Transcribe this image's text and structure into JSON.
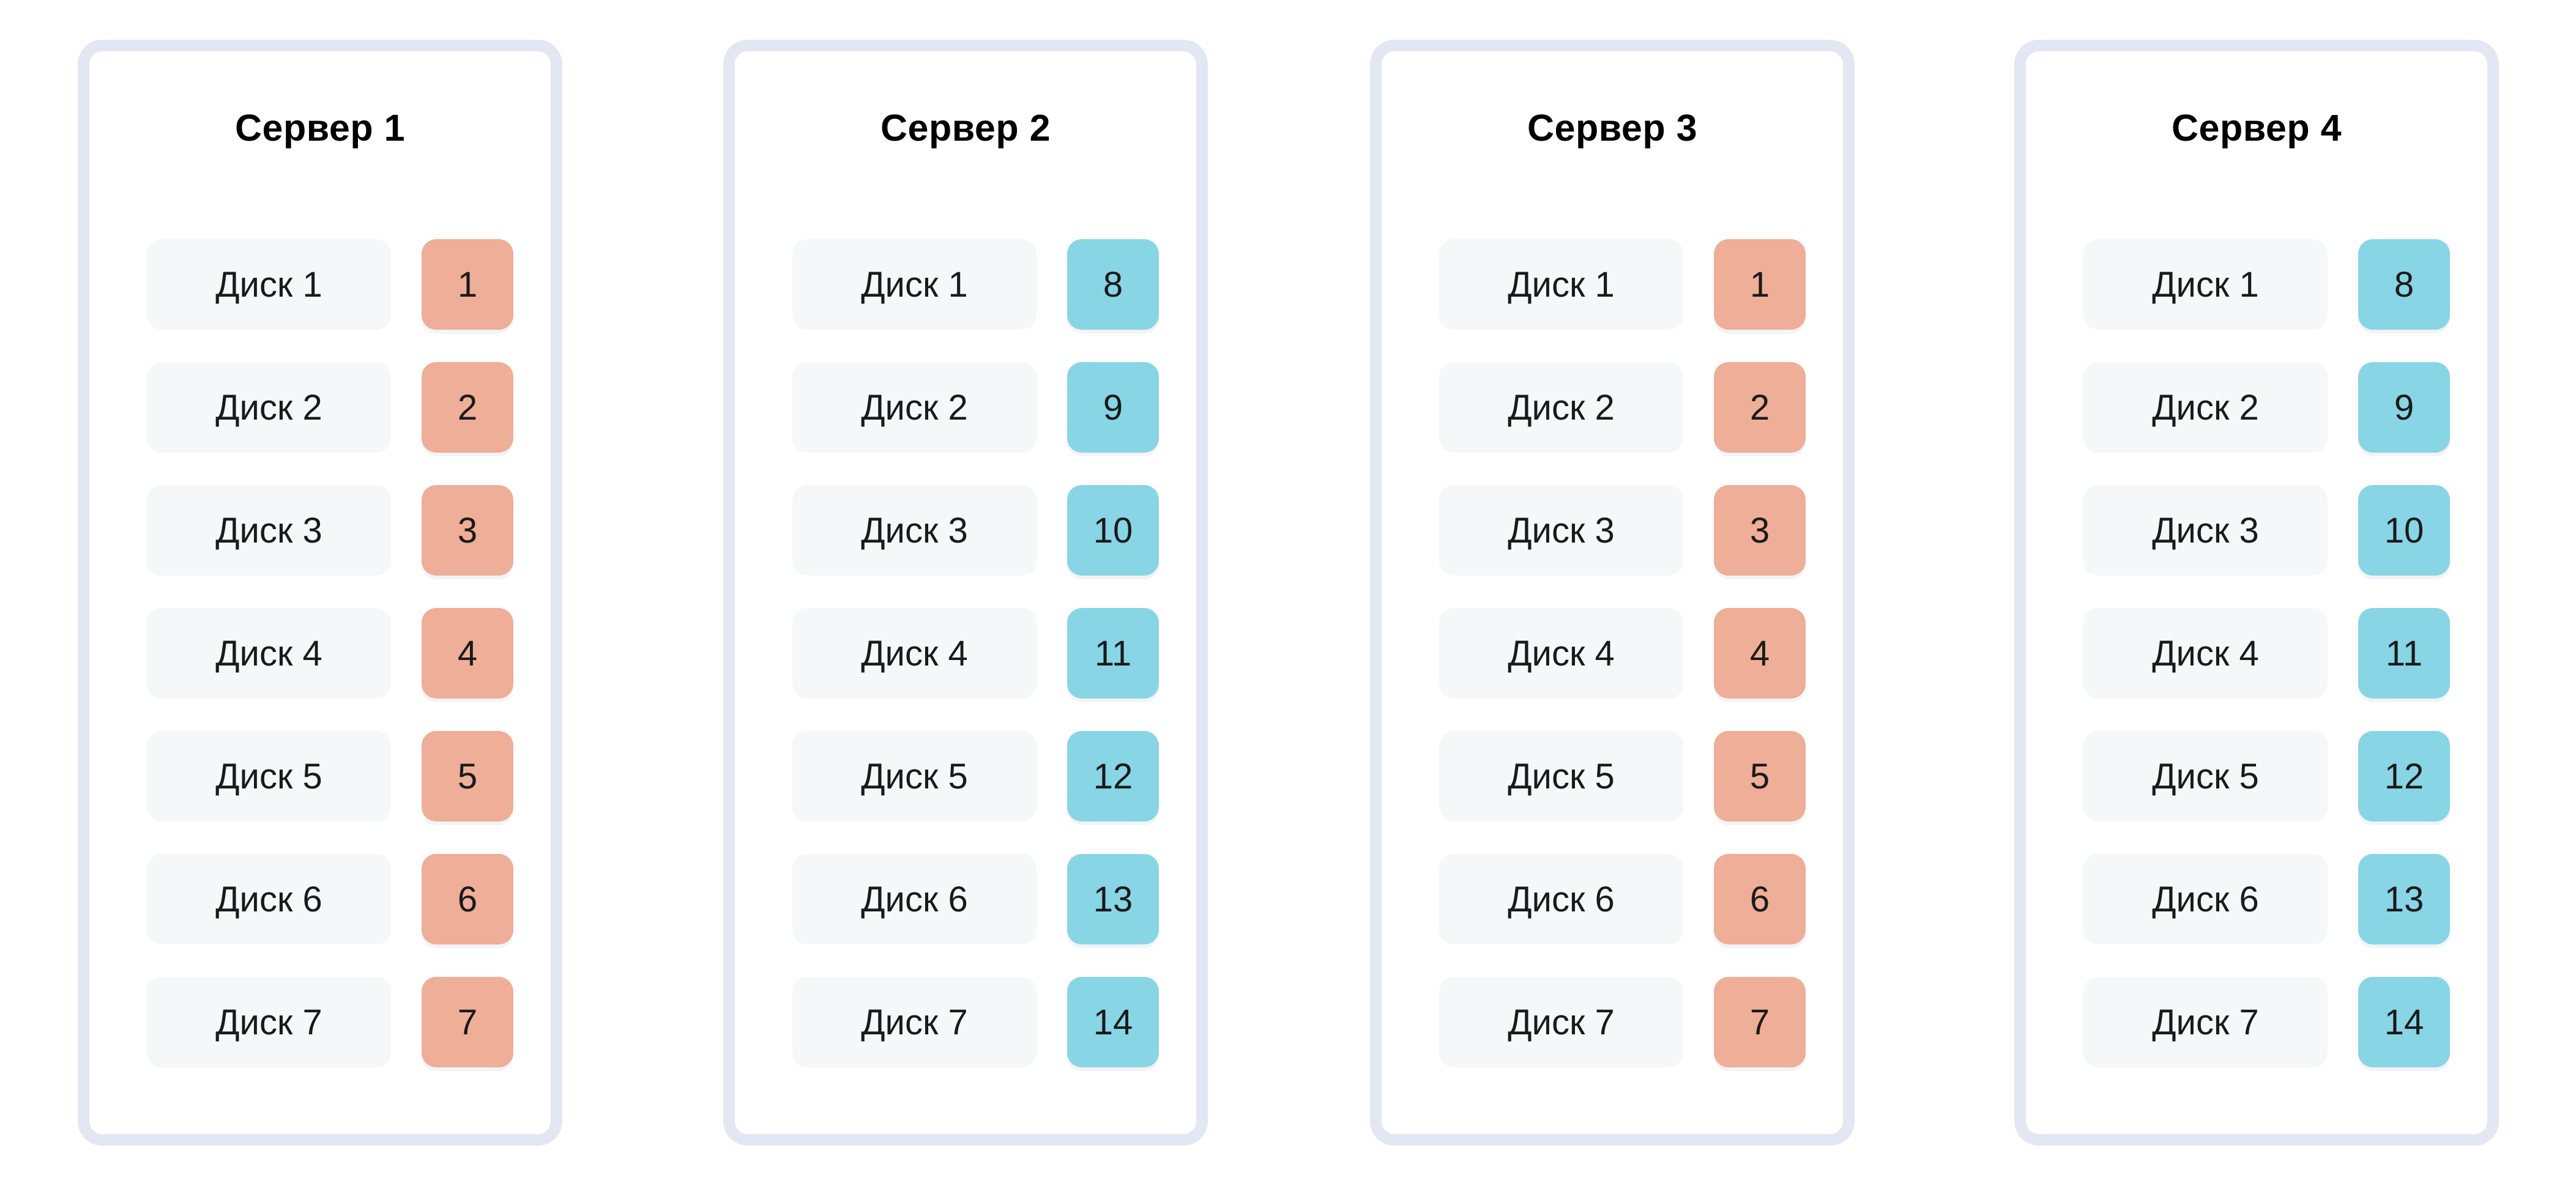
{
  "colors": {
    "border": "#e3e7f3",
    "disk_bg": "#f6f7f9",
    "block_coral": "#eeae97",
    "block_cyan": "#88d5e6"
  },
  "servers": [
    {
      "title": "Сервер 1",
      "block_color": "coral",
      "disks": [
        {
          "label": "Диск 1",
          "block": "1"
        },
        {
          "label": "Диск 2",
          "block": "2"
        },
        {
          "label": "Диск 3",
          "block": "3"
        },
        {
          "label": "Диск 4",
          "block": "4"
        },
        {
          "label": "Диск 5",
          "block": "5"
        },
        {
          "label": "Диск 6",
          "block": "6"
        },
        {
          "label": "Диск 7",
          "block": "7"
        }
      ]
    },
    {
      "title": "Сервер 2",
      "block_color": "cyan",
      "disks": [
        {
          "label": "Диск 1",
          "block": "8"
        },
        {
          "label": "Диск 2",
          "block": "9"
        },
        {
          "label": "Диск 3",
          "block": "10"
        },
        {
          "label": "Диск 4",
          "block": "11"
        },
        {
          "label": "Диск 5",
          "block": "12"
        },
        {
          "label": "Диск 6",
          "block": "13"
        },
        {
          "label": "Диск 7",
          "block": "14"
        }
      ]
    },
    {
      "title": "Сервер 3",
      "block_color": "coral",
      "disks": [
        {
          "label": "Диск 1",
          "block": "1"
        },
        {
          "label": "Диск 2",
          "block": "2"
        },
        {
          "label": "Диск 3",
          "block": "3"
        },
        {
          "label": "Диск 4",
          "block": "4"
        },
        {
          "label": "Диск 5",
          "block": "5"
        },
        {
          "label": "Диск 6",
          "block": "6"
        },
        {
          "label": "Диск 7",
          "block": "7"
        }
      ]
    },
    {
      "title": "Сервер 4",
      "block_color": "cyan",
      "disks": [
        {
          "label": "Диск 1",
          "block": "8"
        },
        {
          "label": "Диск 2",
          "block": "9"
        },
        {
          "label": "Диск 3",
          "block": "10"
        },
        {
          "label": "Диск 4",
          "block": "11"
        },
        {
          "label": "Диск 5",
          "block": "12"
        },
        {
          "label": "Диск 6",
          "block": "13"
        },
        {
          "label": "Диск 7",
          "block": "14"
        }
      ]
    }
  ]
}
